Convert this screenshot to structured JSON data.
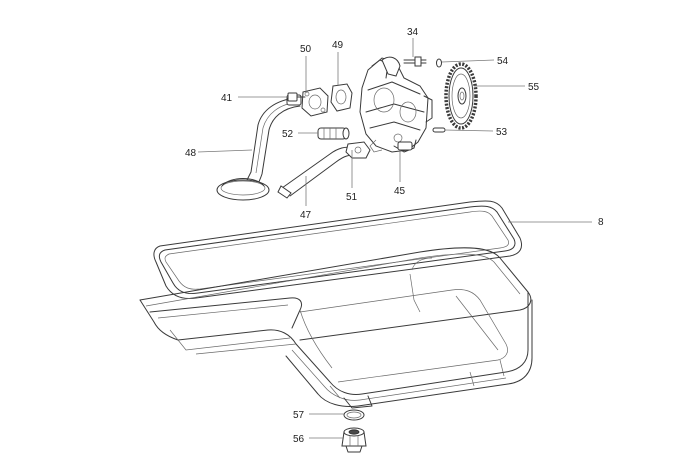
{
  "callouts": [
    {
      "id": "c8",
      "label": "8"
    },
    {
      "id": "c34",
      "label": "34"
    },
    {
      "id": "c41",
      "label": "41"
    },
    {
      "id": "c45",
      "label": "45"
    },
    {
      "id": "c47",
      "label": "47"
    },
    {
      "id": "c48",
      "label": "48"
    },
    {
      "id": "c49",
      "label": "49"
    },
    {
      "id": "c50",
      "label": "50"
    },
    {
      "id": "c51",
      "label": "51"
    },
    {
      "id": "c52",
      "label": "52"
    },
    {
      "id": "c53",
      "label": "53"
    },
    {
      "id": "c54",
      "label": "54"
    },
    {
      "id": "c55",
      "label": "55"
    },
    {
      "id": "c56",
      "label": "56"
    },
    {
      "id": "c57",
      "label": "57"
    }
  ],
  "colors": {
    "line": "#3a3a3a",
    "leader": "#7a7a7a",
    "text": "#222222",
    "background": "#ffffff"
  }
}
